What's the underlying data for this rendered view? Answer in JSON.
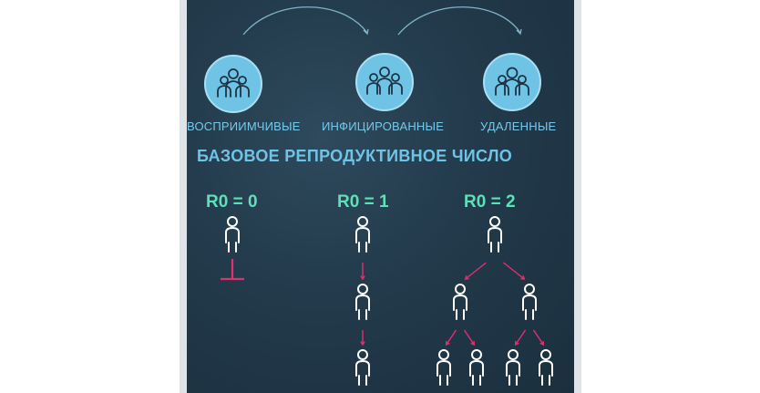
{
  "groups": [
    {
      "label": "ВОСПРИИМЧИВЫЕ",
      "icon": "people-group-icon"
    },
    {
      "label": "ИНФИЦИРОВАННЫЕ",
      "icon": "people-group-icon"
    },
    {
      "label": "УДАЛЕННЫЕ",
      "icon": "people-group-icon"
    }
  ],
  "heading": "БАЗОВОЕ РЕПРОДУКТИВНОЕ ЧИСЛО",
  "scenarios": [
    {
      "label": "R0 = 0",
      "r0": 0,
      "generations_shown": 1,
      "blocked": true
    },
    {
      "label": "R0 = 1",
      "r0": 1,
      "generations_shown": 3,
      "blocked": false
    },
    {
      "label": "R0 = 2",
      "r0": 2,
      "generations_shown": 3,
      "blocked": false
    }
  ],
  "colors": {
    "background": "#223a4b",
    "circle": "#6fc4e6",
    "label": "#75c8ea",
    "r0_label": "#5ee0b8",
    "arrow": "#e0306f",
    "person": "#ffffff"
  }
}
